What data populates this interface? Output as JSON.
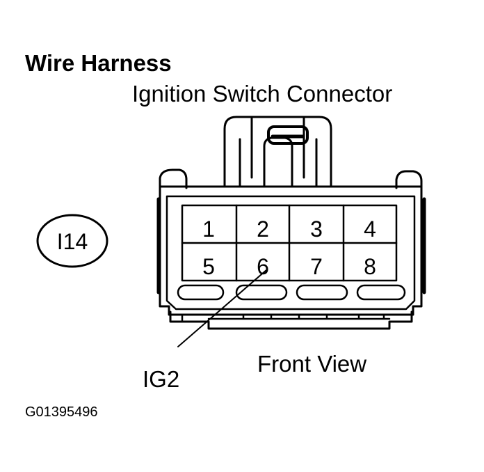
{
  "title": "Wire Harness",
  "subtitle": "Ignition Switch Connector",
  "connector_code": "I14",
  "pins": [
    "1",
    "2",
    "3",
    "4",
    "5",
    "6",
    "7",
    "8"
  ],
  "callout_label": "IG2",
  "view_label": "Front View",
  "figure_id": "G01395496"
}
